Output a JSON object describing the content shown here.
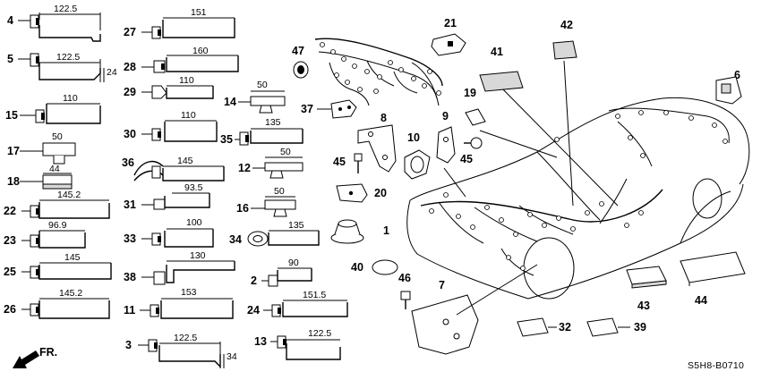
{
  "diagram": {
    "code": "S5H8-B0710",
    "direction_label": "FR.",
    "clips": [
      {
        "ref": "4",
        "dim": "122.5"
      },
      {
        "ref": "5",
        "dim": "122.5",
        "dim2": "24"
      },
      {
        "ref": "15",
        "dim": "110"
      },
      {
        "ref": "17",
        "dim": "50"
      },
      {
        "ref": "18",
        "dim": "44"
      },
      {
        "ref": "22",
        "dim": "145.2"
      },
      {
        "ref": "23",
        "dim": "96.9"
      },
      {
        "ref": "25",
        "dim": "145"
      },
      {
        "ref": "26",
        "dim": "145.2"
      },
      {
        "ref": "27",
        "dim": "151"
      },
      {
        "ref": "28",
        "dim": "160"
      },
      {
        "ref": "29",
        "dim": "110"
      },
      {
        "ref": "30",
        "dim": "110"
      },
      {
        "ref": "36",
        "dim": "145"
      },
      {
        "ref": "31",
        "dim": "93.5"
      },
      {
        "ref": "33",
        "dim": "100"
      },
      {
        "ref": "38",
        "dim": "130"
      },
      {
        "ref": "11",
        "dim": "153"
      },
      {
        "ref": "3",
        "dim": "122.5",
        "dim2": "34"
      },
      {
        "ref": "14",
        "dim": "50"
      },
      {
        "ref": "35",
        "dim": "135"
      },
      {
        "ref": "12",
        "dim": "50"
      },
      {
        "ref": "16",
        "dim": "50"
      },
      {
        "ref": "34",
        "dim": "135"
      },
      {
        "ref": "2",
        "dim": "90"
      },
      {
        "ref": "24",
        "dim": "151.5"
      },
      {
        "ref": "13",
        "dim": "122.5"
      }
    ],
    "parts": [
      {
        "ref": "47"
      },
      {
        "ref": "37"
      },
      {
        "ref": "8"
      },
      {
        "ref": "9"
      },
      {
        "ref": "10"
      },
      {
        "ref": "45a",
        "label": "45"
      },
      {
        "ref": "45b",
        "label": "45"
      },
      {
        "ref": "20"
      },
      {
        "ref": "1"
      },
      {
        "ref": "40"
      },
      {
        "ref": "46"
      },
      {
        "ref": "7"
      },
      {
        "ref": "21"
      },
      {
        "ref": "41"
      },
      {
        "ref": "42"
      },
      {
        "ref": "6"
      },
      {
        "ref": "19"
      },
      {
        "ref": "43"
      },
      {
        "ref": "44"
      },
      {
        "ref": "32"
      },
      {
        "ref": "39"
      }
    ]
  }
}
